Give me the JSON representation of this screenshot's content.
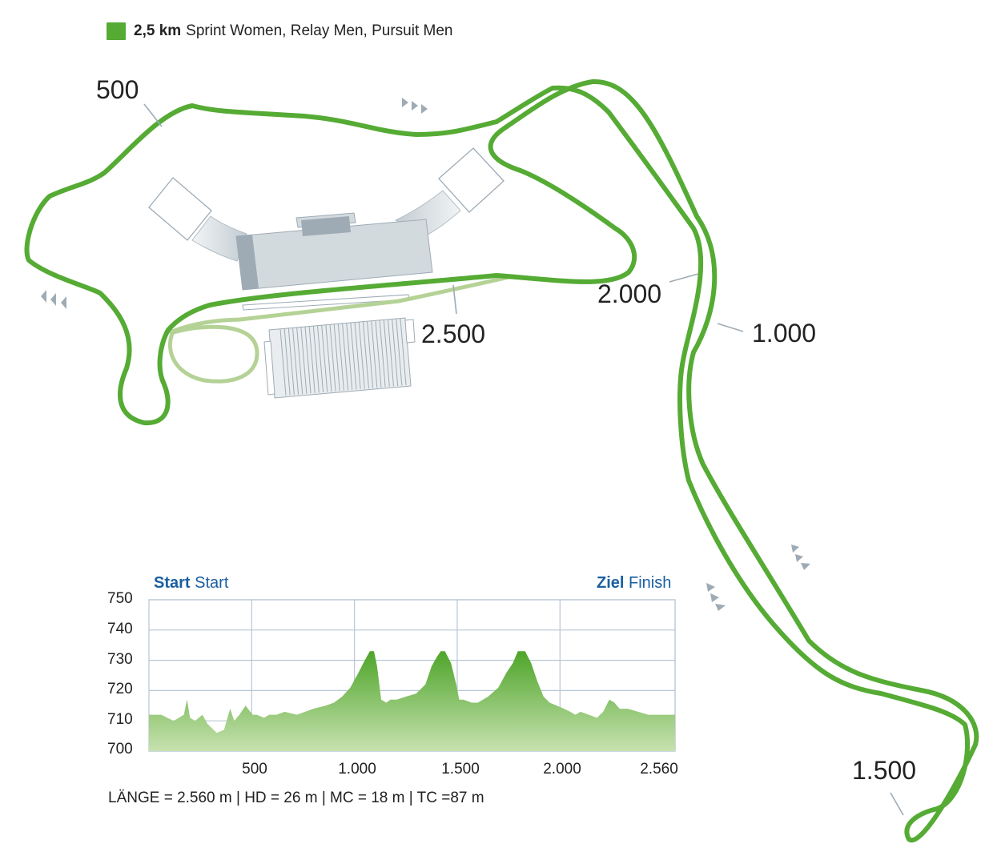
{
  "legend": {
    "distance": "2,5 km",
    "description": "Sprint Women, Relay Men, Pursuit Men",
    "color": "#55ab34"
  },
  "course_markers": [
    "500",
    "1.000",
    "1.500",
    "2.000",
    "2.500"
  ],
  "colors": {
    "course": "#55ab34",
    "course_light": "#b5d296",
    "building": "#d3dade",
    "building_dark": "#9eabb5",
    "arrow": "#9eabb5",
    "profile_top": "#4ea52a",
    "profile_bottom": "#c7e1af",
    "grid": "#b8c6d6",
    "heading_blue": "#1a5fa0"
  },
  "profile": {
    "start_bold": "Start",
    "start_text": "Start",
    "finish_bold": "Ziel",
    "finish_text": "Finish",
    "y_ticks": [
      "750",
      "740",
      "730",
      "720",
      "710",
      "700"
    ],
    "x_ticks": [
      "500",
      "1.000",
      "1.500",
      "2.000",
      "2.560"
    ],
    "stats": "LÄNGE = 2.560 m | HD = 26 m | MC = 18 m | TC =87 m"
  },
  "chart_data": {
    "type": "area",
    "xlabel": "",
    "ylabel": "",
    "xlim": [
      0,
      2560
    ],
    "ylim": [
      700,
      750
    ],
    "x_ticks": [
      500,
      1000,
      1500,
      2000,
      2560
    ],
    "y_ticks": [
      700,
      710,
      720,
      730,
      740,
      750
    ],
    "grid": true,
    "x": [
      0,
      60,
      120,
      170,
      185,
      200,
      225,
      260,
      285,
      330,
      365,
      395,
      415,
      440,
      470,
      505,
      525,
      560,
      585,
      620,
      660,
      720,
      800,
      860,
      900,
      940,
      980,
      1020,
      1050,
      1075,
      1095,
      1110,
      1130,
      1155,
      1175,
      1205,
      1250,
      1300,
      1345,
      1375,
      1400,
      1420,
      1440,
      1470,
      1495,
      1510,
      1530,
      1570,
      1600,
      1650,
      1700,
      1740,
      1770,
      1795,
      1830,
      1860,
      1890,
      1920,
      1950,
      1985,
      2020,
      2050,
      2075,
      2100,
      2140,
      2180,
      2210,
      2240,
      2265,
      2290,
      2330,
      2380,
      2430,
      2480,
      2520,
      2560
    ],
    "values": [
      712,
      712,
      710,
      712,
      717,
      711,
      710,
      712,
      709,
      706,
      707,
      714,
      710,
      712,
      715,
      712,
      712,
      711,
      712,
      712,
      713,
      712,
      714,
      715,
      716,
      718,
      721,
      726,
      730,
      733,
      733,
      728,
      717,
      716,
      717,
      717,
      718,
      719,
      722,
      728,
      731,
      733,
      733,
      729,
      722,
      717,
      717,
      716,
      716,
      718,
      721,
      726,
      729,
      733,
      733,
      729,
      723,
      718,
      716,
      715,
      714,
      713,
      712,
      713,
      712,
      711,
      713,
      717,
      716,
      714,
      714,
      713,
      712,
      712,
      712,
      712
    ]
  }
}
